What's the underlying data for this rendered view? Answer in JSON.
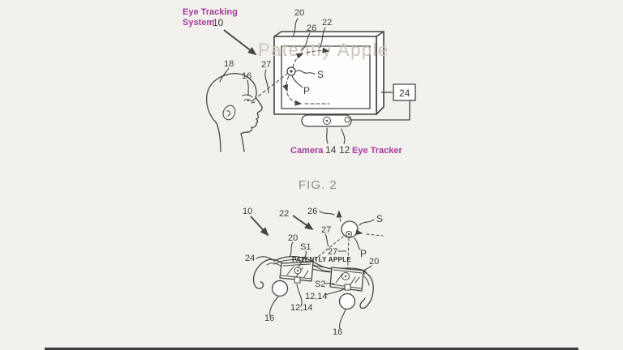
{
  "colors": {
    "background": "#f2f1ee",
    "line": "#46443f",
    "accent_magenta": "#a83a9b",
    "watermark_top": "#ccc5b9",
    "watermark_bottom": "#2f2e2c",
    "caption_gray": "#8d8b87",
    "bottom_bar": "#3e3d3b"
  },
  "watermark_top": "Patently Apple",
  "watermark_bottom": "PATENTLY APPLE",
  "figure_caption": "FIG. 2",
  "fig1": {
    "title_line1": "Eye Tracking",
    "title_line2": "System",
    "title_ref": "10",
    "ref_display": "20",
    "ref_26": "26",
    "ref_22": "22",
    "ref_head": "18",
    "ref_eye": "16",
    "ref_gaze": "27",
    "point_s": "S",
    "point_p": "P",
    "ref_processor": "24",
    "camera_label": "Camera",
    "camera_ref": "14",
    "tracker_ref": "12",
    "tracker_label": "Eye Tracker"
  },
  "fig2": {
    "ref_system": "10",
    "ref_frame": "22",
    "ref_26": "26",
    "ref_gaze_upper": "27",
    "ref_gaze_lower": "27",
    "point_s": "S",
    "point_p": "P",
    "ref_lens_left": "20",
    "ref_lens_right": "20",
    "sensor_s1": "S1",
    "sensor_s2": "S2",
    "ref_temple": "24",
    "cam_left": "12,14",
    "cam_right": "12,14",
    "eye_left": "16",
    "eye_right": "16"
  }
}
